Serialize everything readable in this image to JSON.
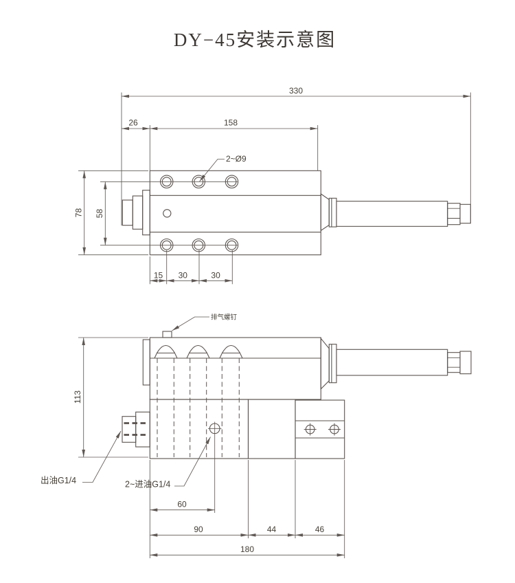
{
  "title": "DY−45安装示意图",
  "colors": {
    "line": "#5a534f",
    "text": "#454038",
    "background": "#ffffff"
  },
  "top_view": {
    "hole_callout": "2~Ø9",
    "dim_overall_length": "330",
    "dim_left_offset": "26",
    "dim_body_length": "158",
    "dim_height": "78",
    "dim_hole_row_spacing": "58",
    "dim_hole_a": "15",
    "dim_hole_b": "30",
    "dim_hole_c": "30"
  },
  "front_view": {
    "bleed_screw_label": "排气螺钉",
    "outlet_label": "出油G1/4",
    "inlet_label": "2~进油G1/4",
    "dim_height": "113",
    "dim_inlet_offset": "60",
    "dim_base_a": "90",
    "dim_base_b": "44",
    "dim_base_c": "46",
    "dim_base_total": "180"
  }
}
